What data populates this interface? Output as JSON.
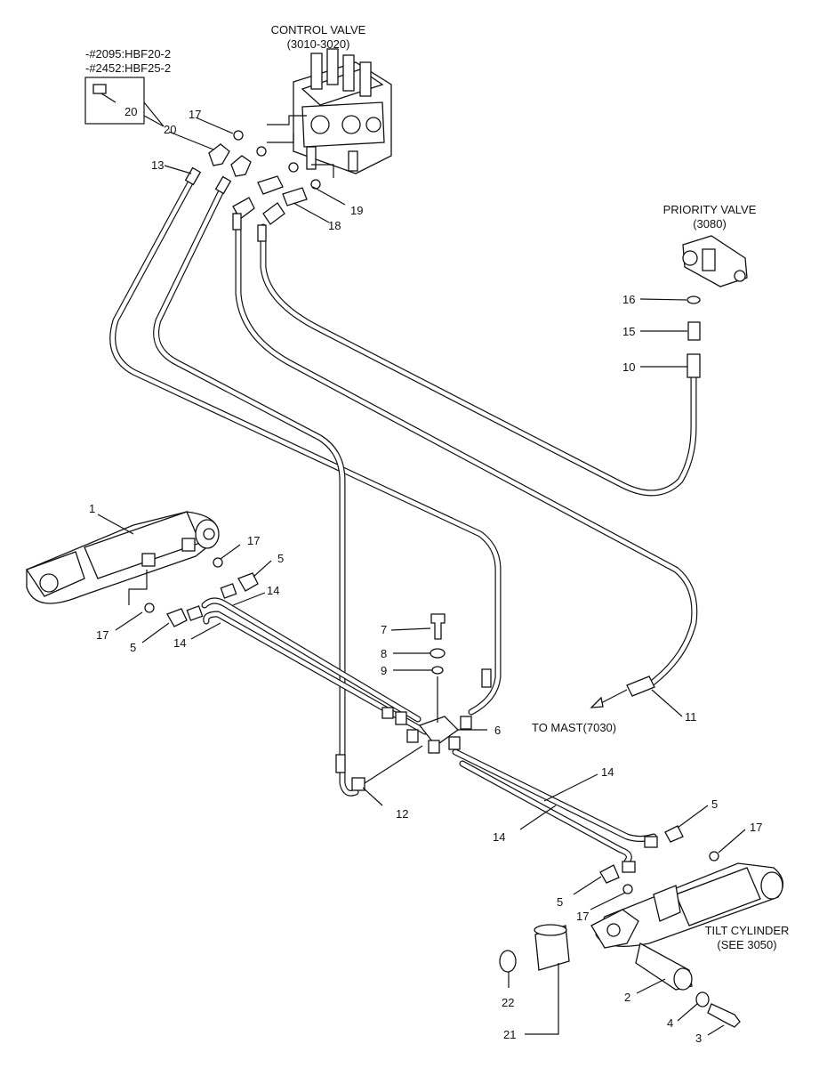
{
  "labels": {
    "control_valve_title": "CONTROL VALVE",
    "control_valve_ref": "(3010-3020)",
    "priority_valve_title": "PRIORITY VALVE",
    "priority_valve_ref": "(3080)",
    "variant_line_1": "-#2095:HBF20-2",
    "variant_line_2": "-#2452:HBF25-2",
    "to_mast": "TO MAST(7030)",
    "tilt_cylinder_title": "TILT CYLINDER",
    "tilt_cylinder_ref": "(SEE 3050)"
  },
  "callouts": {
    "c1": "1",
    "c2": "2",
    "c3": "3",
    "c4": "4",
    "c5a": "5",
    "c5b": "5",
    "c5c": "5",
    "c5d": "5",
    "c6": "6",
    "c7": "7",
    "c8": "8",
    "c9": "9",
    "c10": "10",
    "c11": "11",
    "c12": "12",
    "c13": "13",
    "c14a": "14",
    "c14b": "14",
    "c14c": "14",
    "c14d": "14",
    "c15": "15",
    "c16": "16",
    "c17a": "17",
    "c17b": "17",
    "c17c": "17",
    "c17d": "17",
    "c17e": "17",
    "c18": "18",
    "c19": "19",
    "c20a": "20",
    "c20b": "20",
    "c21": "21",
    "c22": "22"
  }
}
